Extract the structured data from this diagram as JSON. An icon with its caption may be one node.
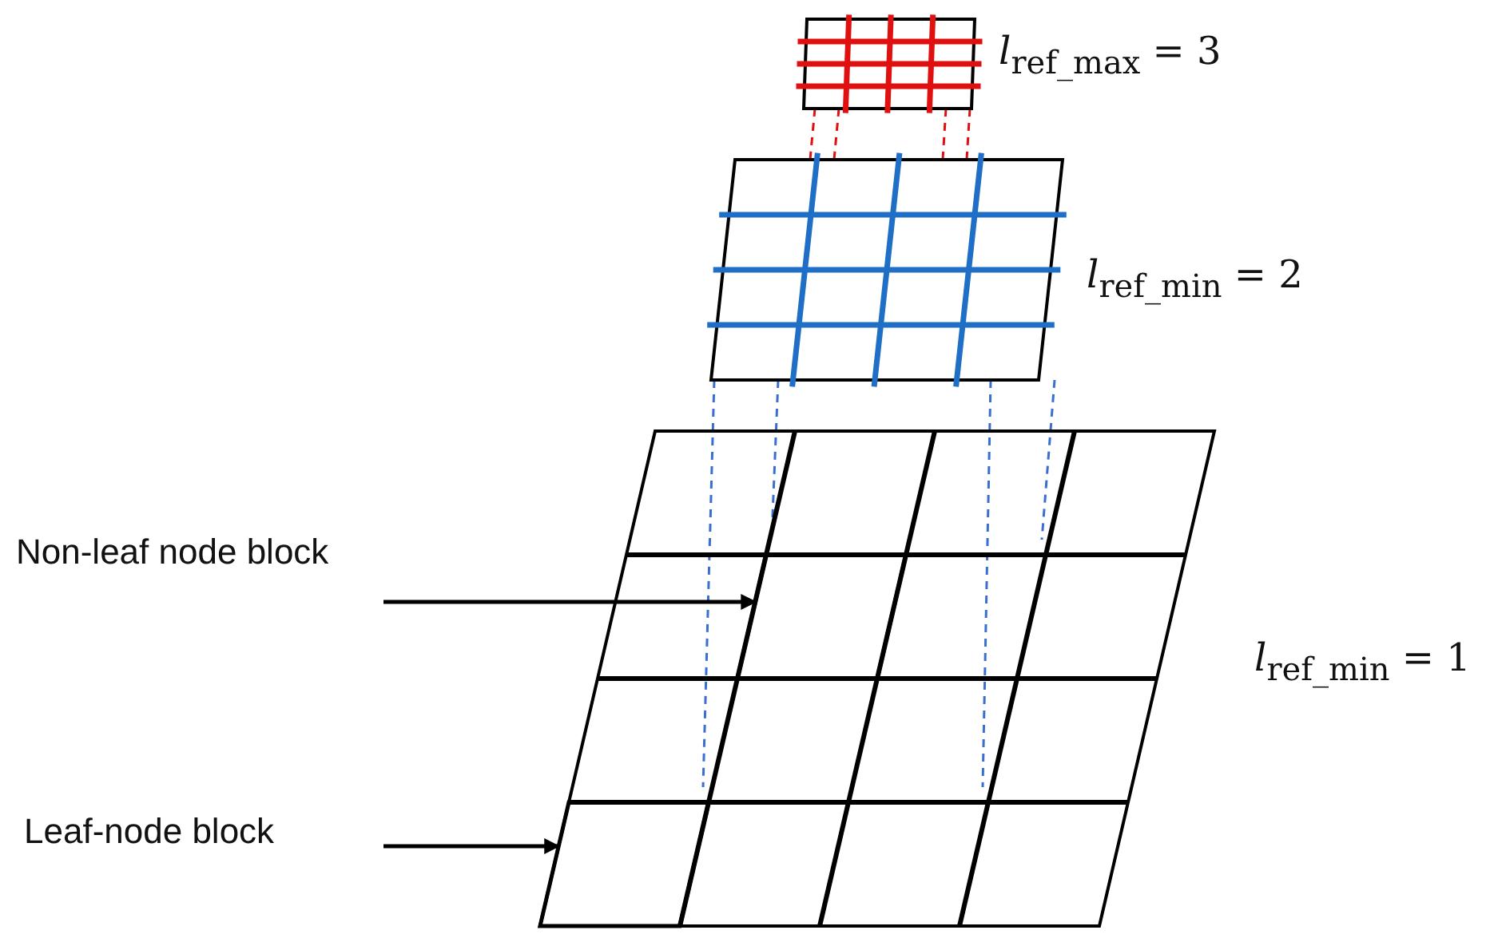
{
  "diagram": {
    "nodes": [
      {
        "text": [
          "Non-leaf node block"
        ]
      },
      {
        "text": [],
        "shape": "box"
      },
      {
        "text": [
          "Leaf-node block"
        ]
      },
      {
        "text": [],
        "shape": "box"
      }
    ],
    "edges": [
      {
        "from": 0,
        "to": 1,
        "arrow": "to"
      },
      {
        "from": 2,
        "to": 3,
        "arrow": "to"
      }
    ],
    "labels": [
      "*l*$_{ref_max}$ = 3",
      "*l*$_{ref_min}$ = 2",
      "*l*$_{ref_min}$ = 1"
    ]
  }
}
